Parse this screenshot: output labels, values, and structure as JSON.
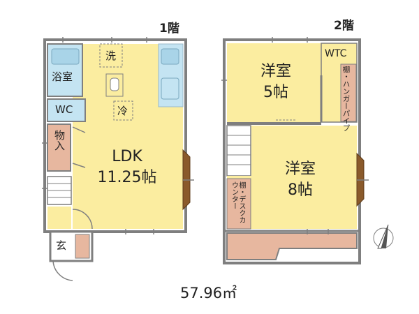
{
  "floors": {
    "first": {
      "label": "1階",
      "rooms": {
        "ldk": {
          "name": "LDK",
          "size": "11.25帖"
        },
        "bath": "浴室",
        "wc": "WC",
        "laundry": "洗",
        "fridge": "冷",
        "storage": "物入",
        "entrance": "玄"
      }
    },
    "second": {
      "label": "2階",
      "rooms": {
        "western_small": {
          "name": "洋室",
          "size": "5帖"
        },
        "western_large": {
          "name": "洋室",
          "size": "8帖"
        },
        "wtc": "WTC",
        "hanger": "棚・ハンガーパイプ",
        "desk": "棚・デスクカウンター"
      }
    }
  },
  "total_area": "57.96㎡",
  "compass_icon": "north-arrow-icon",
  "colors": {
    "room_fill": "#fbeda0",
    "wet_fill": "#c4e4f2",
    "wall": "#7f7f7f",
    "storage_fill": "#e7b79f",
    "window_brown": "#8a5a2b"
  }
}
